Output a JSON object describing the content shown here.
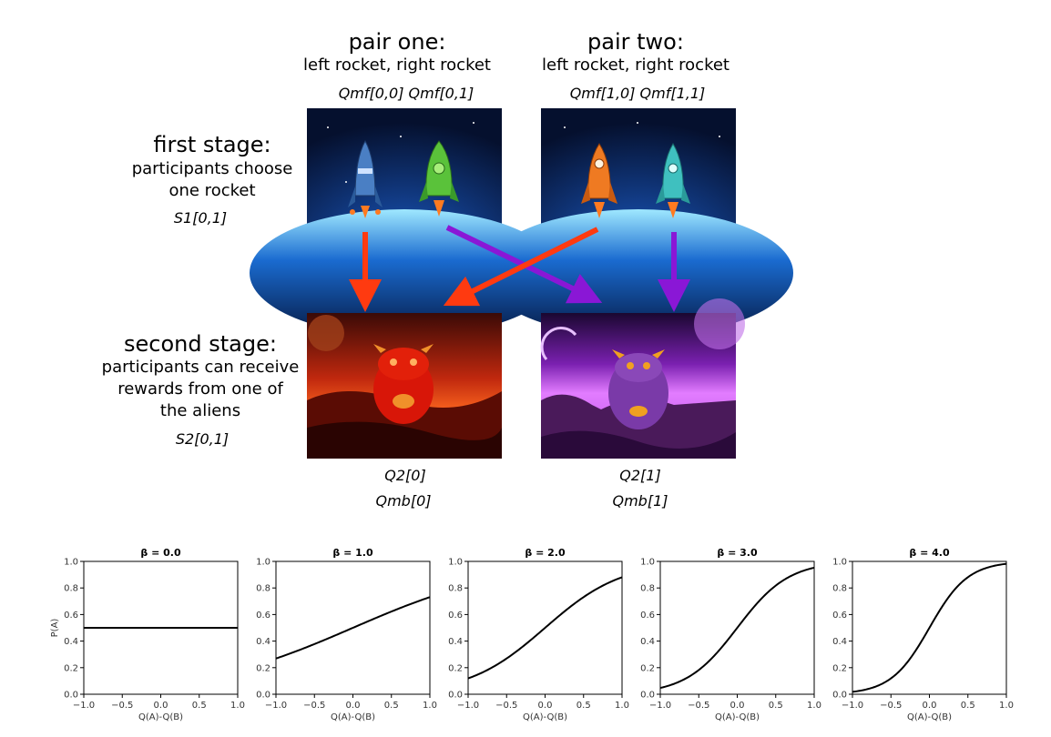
{
  "pair_one": {
    "title": "pair one:",
    "subtitle": "left rocket, right rocket",
    "qmf": "Qmf[0,0] Qmf[0,1]"
  },
  "pair_two": {
    "title": "pair two:",
    "subtitle": "left rocket, right rocket",
    "qmf": "Qmf[1,0] Qmf[1,1]"
  },
  "first_stage": {
    "title": "first stage:",
    "line1": "participants choose",
    "line2": "one rocket",
    "state": "S1[0,1]"
  },
  "second_stage": {
    "title": "second stage:",
    "line1": "participants can receive",
    "line2": "rewards from one of",
    "line3": "the aliens",
    "state": "S2[0,1]"
  },
  "red_planet": {
    "q2": "Q2[0]",
    "qmb": "Qmb[0]"
  },
  "purple_planet": {
    "q2": "Q2[1]",
    "qmb": "Qmb[1]"
  },
  "colors": {
    "arrow_red": "#ff3a10",
    "arrow_purple": "#8a17d6",
    "space_blue": "#0a1a4a",
    "planet_red": "#8a1508",
    "planet_purple": "#a23fd0"
  },
  "icons": [
    "blue-rocket-icon",
    "green-rocket-icon",
    "orange-rocket-icon",
    "teal-rocket-icon",
    "red-alien-icon",
    "purple-alien-icon"
  ],
  "chart_data": {
    "type": "line",
    "function": "P(A) = 1 / (1 + exp(-beta * (Q(A)-Q(B))))",
    "xlabel": "Q(A)-Q(B)",
    "ylabel": "P(A)",
    "xlim": [
      -1.0,
      1.0
    ],
    "ylim": [
      0.0,
      1.0
    ],
    "xticks": [
      "−1.0",
      "−0.5",
      "0.0",
      "0.5",
      "1.0"
    ],
    "yticks": [
      "0.0",
      "0.2",
      "0.4",
      "0.6",
      "0.8",
      "1.0"
    ],
    "panels": [
      {
        "title": "β = 0.0",
        "beta": 0.0
      },
      {
        "title": "β = 1.0",
        "beta": 1.0
      },
      {
        "title": "β = 2.0",
        "beta": 2.0
      },
      {
        "title": "β = 3.0",
        "beta": 3.0
      },
      {
        "title": "β = 4.0",
        "beta": 4.0
      }
    ],
    "grid": false,
    "line_color": "#000000"
  }
}
